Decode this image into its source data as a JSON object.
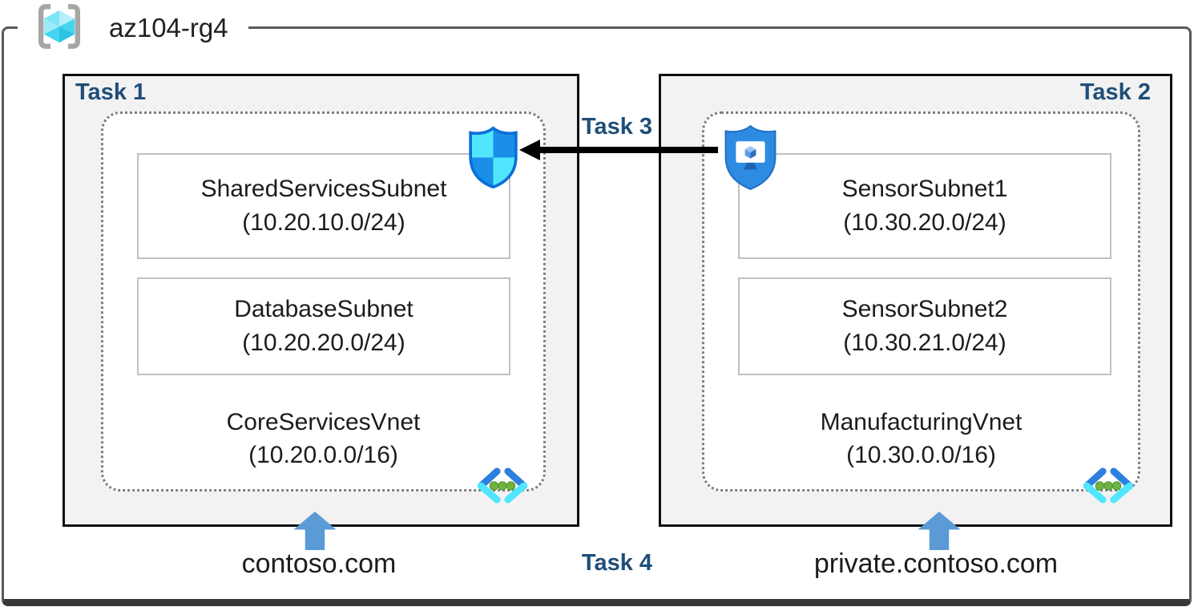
{
  "resource_group": {
    "label": "az104-rg4"
  },
  "tasks": {
    "task3_label": "Task 3",
    "task4_label": "Task 4"
  },
  "vnets": [
    {
      "task_label": "Task 1",
      "name": "CoreServicesVnet",
      "cidr": "(10.20.0.0/16)",
      "dns": "contoso.com",
      "subnets": [
        {
          "name": "SharedServicesSubnet",
          "cidr": "(10.20.10.0/24)"
        },
        {
          "name": "DatabaseSubnet",
          "cidr": "(10.20.20.0/24)"
        }
      ]
    },
    {
      "task_label": "Task 2",
      "name": "ManufacturingVnet",
      "cidr": "(10.30.0.0/16)",
      "dns": "private.contoso.com",
      "subnets": [
        {
          "name": "SensorSubnet1",
          "cidr": "(10.30.20.0/24)"
        },
        {
          "name": "SensorSubnet2",
          "cidr": "(10.30.21.0/24)"
        }
      ]
    }
  ],
  "icons": {
    "resource_group": "resource-group-icon",
    "nsg": "network-security-group-icon",
    "bastion": "bastion-host-icon",
    "vnet": "virtual-network-icon",
    "up_arrow": "up-arrow-icon",
    "peering_arrow": "left-black-arrow-icon"
  },
  "colors": {
    "task_label_blue": "#1f4e79",
    "box_fill": "#f2f2f2",
    "box_border": "#0d0d0d",
    "outer_border": "#595959",
    "dashed_border": "#7f7f7f",
    "subnet_border": "#c0c0c0",
    "up_arrow_blue": "#5b9bd5",
    "peering_arrow_black": "#000000",
    "icon_cyan": "#50e6ff",
    "icon_blue": "#1a8fe8"
  }
}
